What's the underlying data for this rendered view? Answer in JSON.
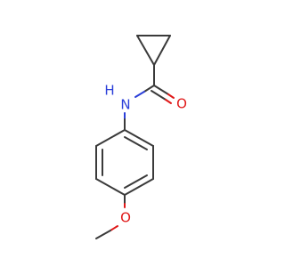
{
  "structure": {
    "atoms": {
      "nitrogen": "N",
      "nitrogen_h": "H",
      "carbonyl_oxygen": "O",
      "ether_oxygen": "O"
    },
    "colors": {
      "bond": "#3a3a3a",
      "nitrogen": "#2b3fd9",
      "oxygen": "#e01818",
      "background": "#ffffff"
    }
  }
}
